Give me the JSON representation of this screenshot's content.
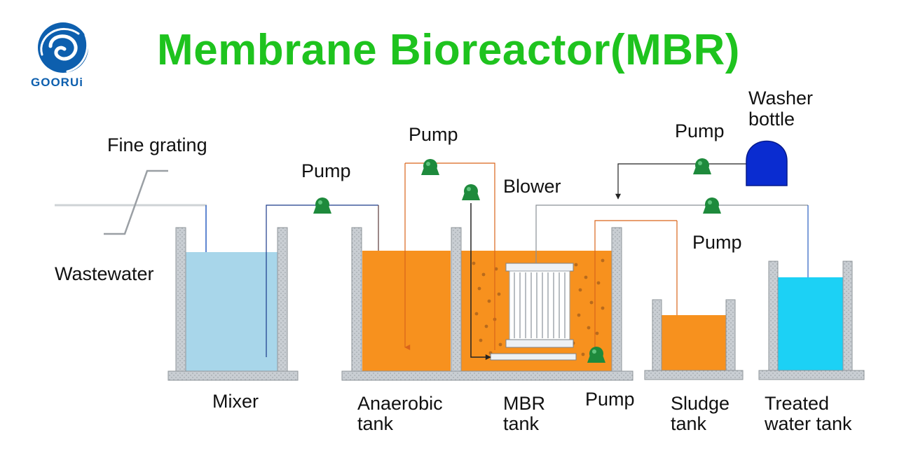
{
  "title": "Membrane Bioreactor(MBR)",
  "logo": {
    "text": "GOORUi",
    "icon": "swirl-logo-icon",
    "color": "#0d5fae"
  },
  "labels": {
    "fine_grating": "Fine grating",
    "wastewater": "Wastewater",
    "pump_1": "Pump",
    "pump_2": "Pump",
    "pump_3": "Pump",
    "pump_4": "Pump",
    "pump_5": "Pump",
    "blower": "Blower",
    "washer_bottle": [
      "Washer",
      "bottle"
    ],
    "mixer": "Mixer",
    "anaerobic_tank": [
      "Anaerobic",
      "tank"
    ],
    "mbr_tank": [
      "MBR",
      "tank"
    ],
    "sludge_tank": [
      "Sludge",
      "tank"
    ],
    "treated_water_tank": [
      "Treated",
      "water tank"
    ]
  },
  "colors": {
    "title": "#1ec31e",
    "sludge": "#f7911e",
    "mixer_water": "#a8d6ea",
    "clean_water": "#1cd1f5",
    "pump": "#1e8a3c",
    "washer_bottle": "#0a2cd0",
    "tank_wall": "#c6cbd0"
  }
}
